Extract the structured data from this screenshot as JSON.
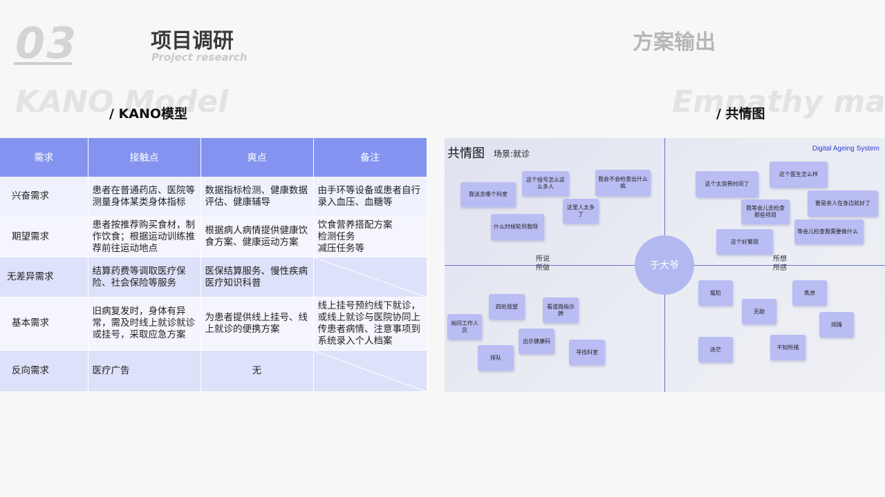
{
  "header": {
    "section_number": "03",
    "title": "项目调研",
    "subtitle": "Project research",
    "right_title": "方案输出"
  },
  "left_panel": {
    "bg_text": "KANO Model",
    "caption": "/ KANO模型",
    "table": {
      "headers": [
        "需求",
        "接触点",
        "爽点",
        "备注"
      ],
      "rows": [
        [
          "兴奋需求",
          "患者在普通药店、医院等测量身体某类身体指标",
          "数据指标检测、健康数据评估、健康辅导",
          "由手环等设备或患者自行录入血压、血糖等"
        ],
        [
          "期望需求",
          "患者按推荐购买食材，制作饮食；根据运动训练推荐前往运动地点",
          "根据病人病情提供健康饮食方案、健康运动方案",
          "饮食营养搭配方案\n检测任务\n减压任务等"
        ],
        [
          "无差异需求",
          "结算药费等调取医疗保险、社会保险等服务",
          "医保结算服务、慢性疾病医疗知识科普",
          ""
        ],
        [
          "基本需求",
          "旧病复发时，身体有异常，需及时线上就诊就诊或挂号，采取应急方案",
          "为患者提供线上挂号、线上就诊的便携方案",
          "线上挂号预约线下就诊，或线上就诊与医院协同上传患者病情、注意事项到系统录入个人档案"
        ],
        [
          "反向需求",
          "医疗广告",
          "无",
          ""
        ]
      ]
    }
  },
  "right_panel": {
    "bg_text": "Empathy map",
    "caption": "/ 共情图",
    "map": {
      "title": "共情图",
      "scene": "场景:就诊",
      "system": "Digital Ageing System",
      "center": "于大爷",
      "quadrant_labels": {
        "left": "所说\n所做",
        "right": "所想\n所感"
      },
      "notes_said": [
        "我该去哪个科室",
        "这个挂号怎么这么多人",
        "我会不会检查出什么病",
        "这里人太多了",
        "什么时候轮到我呀"
      ],
      "notes_thought": [
        "这个太浪费时间了",
        "这个医生怎么样",
        "我等会儿去检查那些项目",
        "要是亲人在身边就好了",
        "等会儿检查我需要做什么",
        "这个好繁琐"
      ],
      "notes_did": [
        "四处观望",
        "看道路指示牌",
        "询问工作人员",
        "出示健康码",
        "排队",
        "寻找科室"
      ],
      "notes_felt": [
        "尴尬",
        "焦虑",
        "无助",
        "烦躁",
        "迷茫",
        "不知所措"
      ]
    }
  },
  "colors": {
    "accent": "#8393ef",
    "note": "#b9bdf3",
    "center": "#b3b8f1",
    "axis": "#6a6ed6",
    "system_text": "#2a3ad0"
  }
}
